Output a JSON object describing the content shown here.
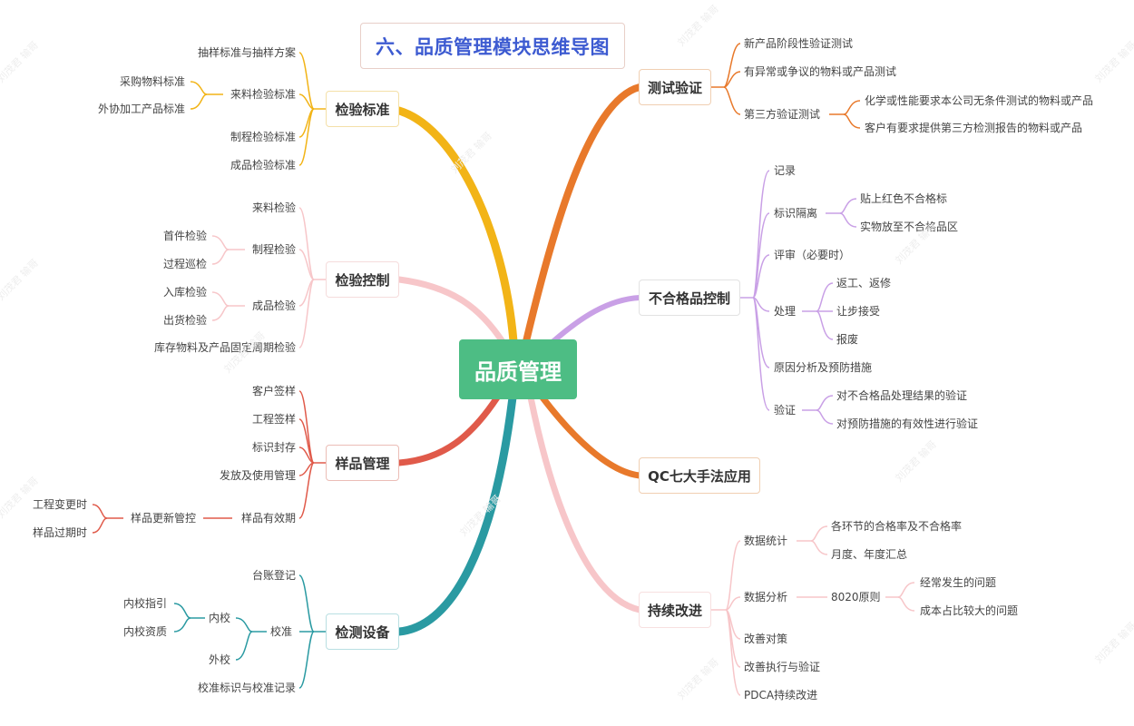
{
  "title": "六、品质管理模块思维导图",
  "root": {
    "label": "品质管理",
    "color": "#4dbd84"
  },
  "colors": {
    "inspection_standard": "#f2b417",
    "inspection_control": "#f7c6c9",
    "sample_management": "#e05a4a",
    "testing_equipment": "#2a9aa2",
    "test_verification": "#e8792b",
    "nonconforming_control": "#c9a0e6",
    "qc_tools": "#e8792b",
    "continuous_improvement": "#f7c6c9",
    "title_text": "#3d5bd1"
  },
  "branches": {
    "inspection_standard": {
      "label": "检验标准",
      "children": {
        "c0": "抽样标准与抽样方案",
        "c1": {
          "label": "来料检验标准",
          "sub": {
            "s0": "采购物料标准",
            "s1": "外协加工产品标准"
          }
        },
        "c2": "制程检验标准",
        "c3": "成品检验标准"
      }
    },
    "inspection_control": {
      "label": "检验控制",
      "children": {
        "c0": "来料检验",
        "c1": {
          "label": "制程检验",
          "sub": {
            "s0": "首件检验",
            "s1": "过程巡检"
          }
        },
        "c2": {
          "label": "成品检验",
          "sub": {
            "s0": "入库检验",
            "s1": "出货检验"
          }
        },
        "c3": "库存物料及产品固定周期检验"
      }
    },
    "sample_management": {
      "label": "样品管理",
      "children": {
        "c0": "客户签样",
        "c1": "工程签样",
        "c2": "标识封存",
        "c3": "发放及使用管理",
        "c4": {
          "label": "样品有效期",
          "sub": {
            "label": "样品更新管控",
            "s0": "工程变更时",
            "s1": "样品过期时"
          }
        }
      }
    },
    "testing_equipment": {
      "label": "检测设备",
      "children": {
        "c0": "台账登记",
        "c1": {
          "label": "校准",
          "inner": {
            "label": "内校",
            "s0": "内校指引",
            "s1": "内校资质"
          },
          "outer": "外校"
        },
        "c2": "校准标识与校准记录"
      }
    },
    "test_verification": {
      "label": "测试验证",
      "children": {
        "c0": "新产品阶段性验证测试",
        "c1": "有异常或争议的物料或产品测试",
        "c2": {
          "label": "第三方验证测试",
          "sub": {
            "s0": "化学或性能要求本公司无条件测试的物料或产品",
            "s1": "客户有要求提供第三方检测报告的物料或产品"
          }
        }
      }
    },
    "nonconforming_control": {
      "label": "不合格品控制",
      "children": {
        "c0": "记录",
        "c1": {
          "label": "标识隔离",
          "sub": {
            "s0": "贴上红色不合格标",
            "s1": "实物放至不合格品区"
          }
        },
        "c2": "评审（必要时）",
        "c3": {
          "label": "处理",
          "sub": {
            "s0": "返工、返修",
            "s1": "让步接受",
            "s2": "报废"
          }
        },
        "c4": "原因分析及预防措施",
        "c5": {
          "label": "验证",
          "sub": {
            "s0": "对不合格品处理结果的验证",
            "s1": "对预防措施的有效性进行验证"
          }
        }
      }
    },
    "qc_tools": {
      "label": "QC七大手法应用"
    },
    "continuous_improvement": {
      "label": "持续改进",
      "children": {
        "c0": {
          "label": "数据统计",
          "sub": {
            "s0": "各环节的合格率及不合格率",
            "s1": "月度、年度汇总"
          }
        },
        "c1": {
          "label": "数据分析",
          "rule": {
            "label": "8020原则",
            "s0": "经常发生的问题",
            "s1": "成本占比较大的问题"
          }
        },
        "c2": "改善对策",
        "c3": "改善执行与验证",
        "c4": "PDCA持续改进"
      }
    }
  },
  "watermark": "刘茂君 输哥"
}
